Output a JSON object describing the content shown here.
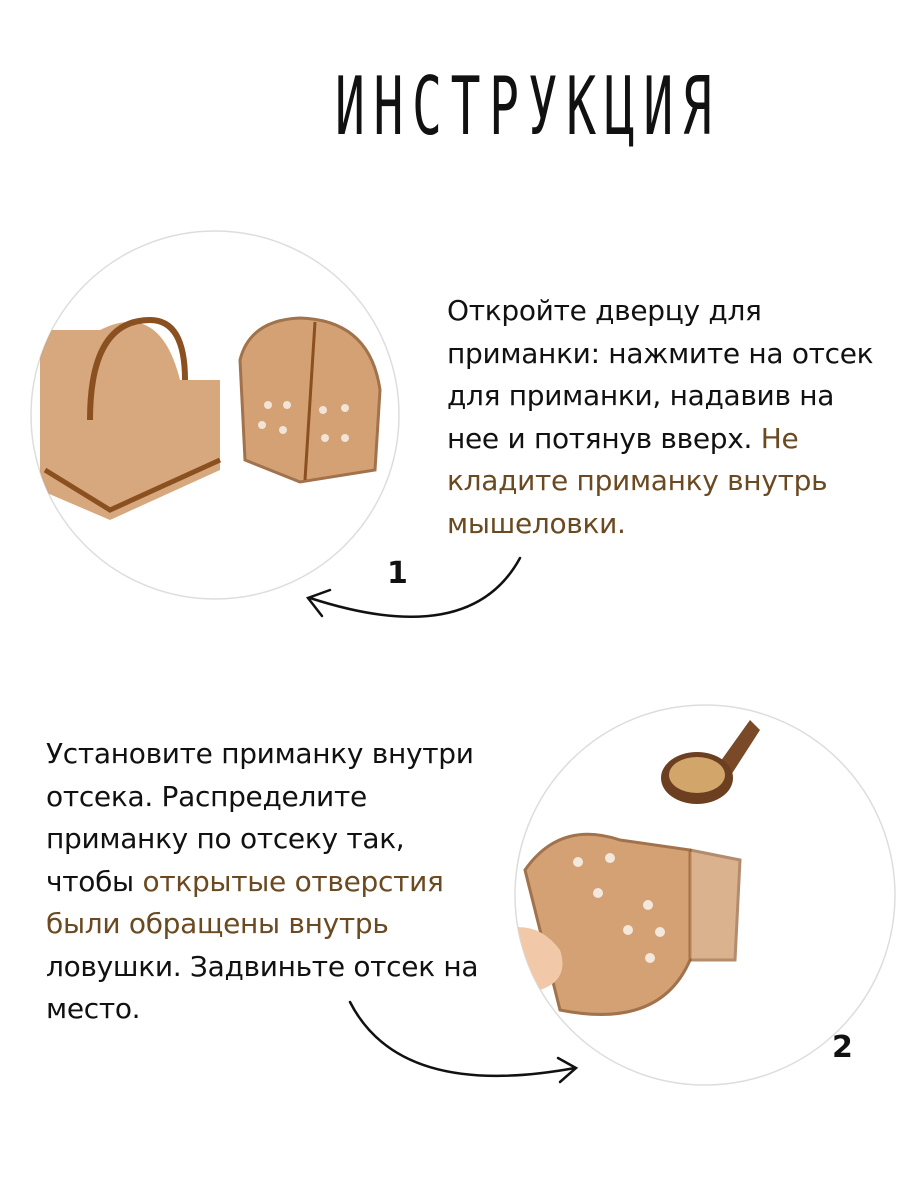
{
  "title": "ИНСТРУКЦИЯ",
  "colors": {
    "accent": "#6b4a22",
    "plastic": "#b87a45"
  },
  "steps": [
    {
      "number": "1",
      "text": "Откройте дверцу для приманки: нажмите на отсек для приманки, надавив на нее и потянув вверх.",
      "highlight": "Не кладите приманку внутрь мышеловки."
    },
    {
      "number": "2",
      "text_before": "Установите приманку внутри отсека. Распределите приманку по отсеку так, чтобы",
      "highlight": "открытые отверстия были обращены внутрь",
      "text_after": "ловушки. Задвиньте отсек на место."
    }
  ]
}
